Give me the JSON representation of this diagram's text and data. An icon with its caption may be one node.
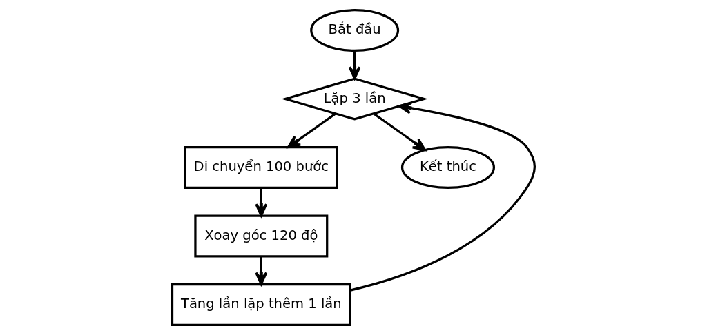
{
  "diagram": {
    "nodes": [
      {
        "text": [
          "Bắt đầu"
        ]
      },
      {
        "text": [
          "Lặp 3 lần"
        ]
      },
      {
        "text": [
          "Di chuyển 100 bước"
        ]
      },
      {
        "text": [
          "Xoay góc 120 độ"
        ]
      },
      {
        "text": [
          "Tăng lần lặp thêm 1 lần"
        ]
      },
      {
        "text": [
          "Kết thúc"
        ]
      }
    ],
    "edges": [
      {
        "from": 0,
        "to": 1,
        "arrow": "to"
      },
      {
        "from": 1,
        "to": 2,
        "arrow": "to"
      },
      {
        "from": 2,
        "to": 3,
        "arrow": "to"
      },
      {
        "from": 3,
        "to": 4,
        "arrow": "to"
      },
      {
        "from": 4,
        "to": 1,
        "arrow": "to"
      },
      {
        "from": 1,
        "to": 5,
        "arrow": "to"
      }
    ]
  }
}
